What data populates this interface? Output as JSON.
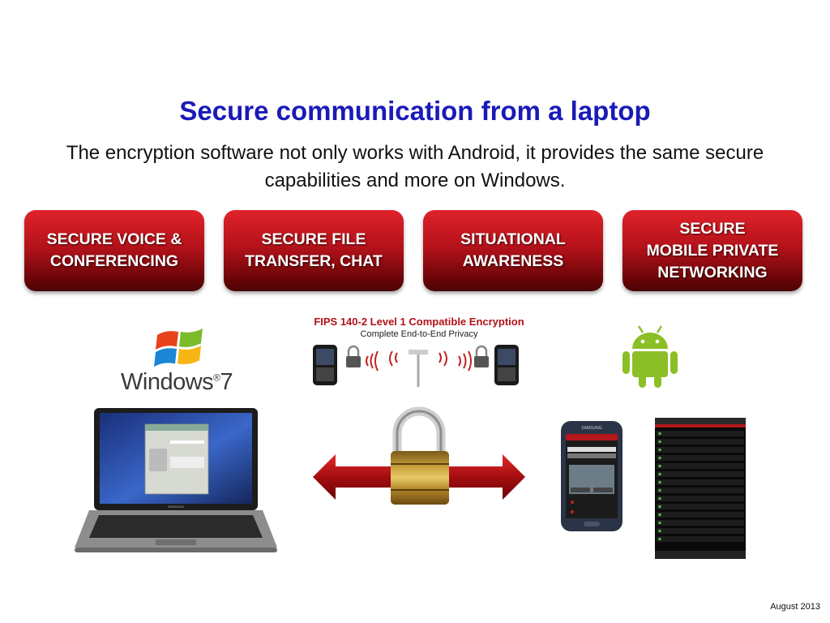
{
  "title": "Secure communication from a laptop",
  "subtitle": "The encryption software not only works with Android, it provides the same secure capabilities and more on Windows.",
  "features": [
    {
      "label": "SECURE VOICE &\nCONFERENCING"
    },
    {
      "label": "SECURE FILE\nTRANSFER, CHAT"
    },
    {
      "label": "SITUATIONAL\nAWARENESS"
    },
    {
      "label": "SECURE\nMOBILE PRIVATE\nNETWORKING"
    }
  ],
  "windows": {
    "wordmark": "Windows",
    "version": "7"
  },
  "fips": {
    "title": "FIPS 140-2 Level 1 Compatible Encryption",
    "subtitle": "Complete End-to-End Privacy"
  },
  "laptop_brand": "SAMSUNG",
  "phone_brand": "SAMSUNG",
  "footer": {
    "date": "August 2013"
  },
  "colors": {
    "title": "#1a1ab8",
    "feature_red": "#b5121a",
    "android_green": "#8cbf26",
    "fips_red": "#b31218"
  },
  "icons": [
    "windows-logo-icon",
    "android-icon",
    "padlock-icon",
    "double-arrow-icon",
    "radio-tower-icon",
    "smartphone-icon"
  ]
}
